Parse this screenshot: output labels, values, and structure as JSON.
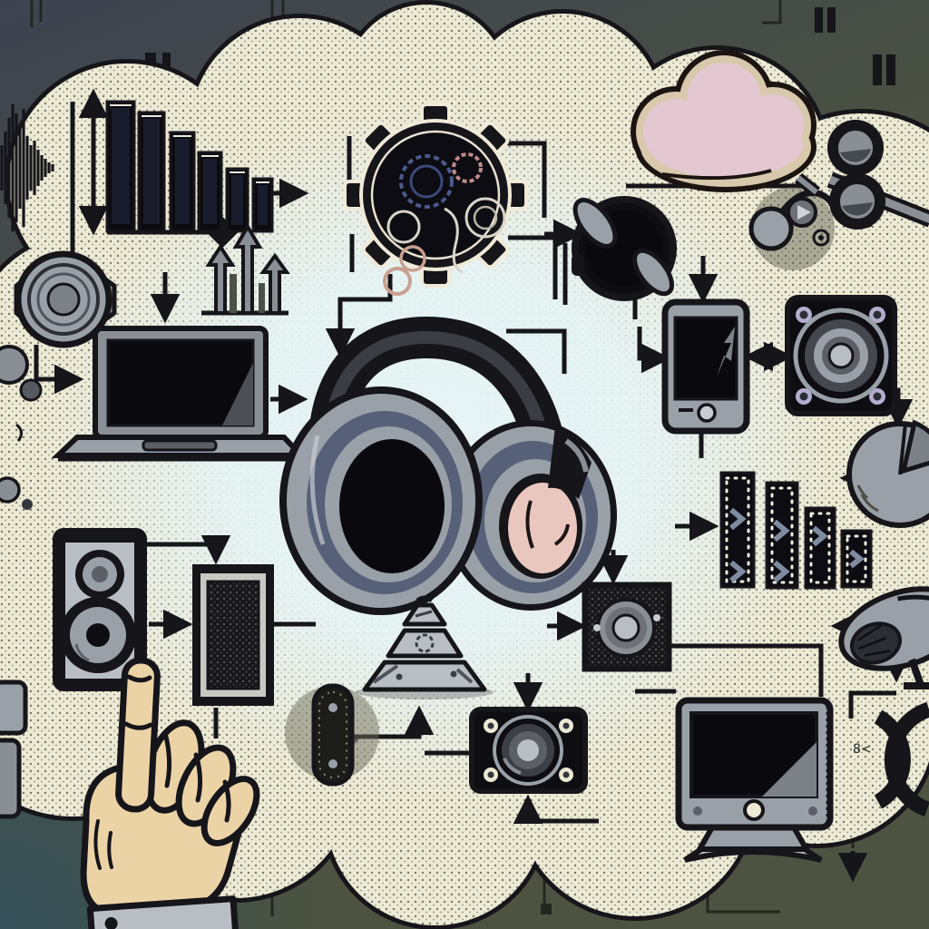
{
  "scene": {
    "title": "audio-technology-flowchart-illustration",
    "style": "comic halftone stipple",
    "background": "cloud-shaped light canvas over dark olive circuit-board border"
  },
  "palette": {
    "ink": "#15151a",
    "paper_stipple": "#ece9d4",
    "cloud_center_glow": "#e6f4f6",
    "border_top": "#3d4350",
    "border_olive": "#4d5340",
    "border_teal": "#35505a",
    "device_gray": "#9aa0a8",
    "device_gray_dark": "#5c6066",
    "blue_ring": "#566078",
    "pink_pad": "#e9c6be",
    "pink_cloud": "#e3c8d2",
    "cloud_band": "#d8c8ac",
    "skin": "#ecd3a6",
    "lavender_screw": "#b3aed0",
    "chevron_blue": "#7f8ba0",
    "bar_navy": "#181c2c"
  },
  "decor": {
    "at_glyph": "@",
    "wave_glyph": "8<"
  },
  "nodes": [
    {
      "id": 0,
      "label": "audio-waveform"
    },
    {
      "id": 1,
      "label": "descending-bar-chart"
    },
    {
      "id": 2,
      "label": "growth-arrow-chart"
    },
    {
      "id": 3,
      "label": "gear-collage"
    },
    {
      "id": 4,
      "label": "pink-cloud"
    },
    {
      "id": 5,
      "label": "round-headphones-top-view"
    },
    {
      "id": 6,
      "label": "earbud-player"
    },
    {
      "id": 7,
      "label": "lens-pair"
    },
    {
      "id": 8,
      "label": "speaker-driver"
    },
    {
      "id": 9,
      "label": "laptop"
    },
    {
      "id": 10,
      "label": "headphones-central"
    },
    {
      "id": 11,
      "label": "tablet"
    },
    {
      "id": 12,
      "label": "square-speaker"
    },
    {
      "id": 13,
      "label": "pie-chart"
    },
    {
      "id": 14,
      "label": "dashed-bar-chart"
    },
    {
      "id": 15,
      "label": "bookshelf-speaker-tower"
    },
    {
      "id": 16,
      "label": "pointing-hand"
    },
    {
      "id": 17,
      "label": "speaker-grille-panel"
    },
    {
      "id": 18,
      "label": "layered-pyramid"
    },
    {
      "id": 19,
      "label": "knob-panel"
    },
    {
      "id": 20,
      "label": "compact-speaker"
    },
    {
      "id": 21,
      "label": "desktop-monitor"
    },
    {
      "id": 22,
      "label": "horn-speaker"
    },
    {
      "id": 23,
      "label": "sound-wave-arcs"
    },
    {
      "id": 24,
      "label": "pill-connector"
    },
    {
      "id": 25,
      "label": "side-knobs"
    },
    {
      "id": 26,
      "label": "edge-panels"
    }
  ],
  "edges": [
    {
      "from": "descending-bar-chart",
      "to": "right-flow"
    },
    {
      "from": "growth-arrow-chart",
      "to": "laptop"
    },
    {
      "from": "speaker-driver",
      "to": "laptop"
    },
    {
      "from": "laptop",
      "to": "headphones-central"
    },
    {
      "from": "gear-collage",
      "to": "headphones-central"
    },
    {
      "from": "round-headphones-top-view",
      "to": "tablet"
    },
    {
      "from": "pink-cloud",
      "to": "tablet"
    },
    {
      "from": "tablet",
      "to": "square-speaker"
    },
    {
      "from": "square-speaker",
      "to": "pie-chart"
    },
    {
      "from": "pie-chart",
      "to": "dashed-bar-chart"
    },
    {
      "from": "headphones-central",
      "to": "dashed-bar-chart"
    },
    {
      "from": "headphones-central",
      "to": "layered-pyramid"
    },
    {
      "from": "pill-connector",
      "to": "layered-pyramid"
    },
    {
      "from": "bookshelf-speaker-tower",
      "to": "speaker-grille-panel"
    },
    {
      "from": "knob-panel",
      "to": "desktop-monitor"
    },
    {
      "from": "knob-panel",
      "to": "compact-speaker"
    },
    {
      "from": "compact-speaker",
      "to": "desktop-monitor"
    },
    {
      "from": "horn-speaker",
      "to": "desktop-monitor"
    },
    {
      "from": "pointing-hand",
      "to": "bookshelf-speaker-tower"
    }
  ]
}
